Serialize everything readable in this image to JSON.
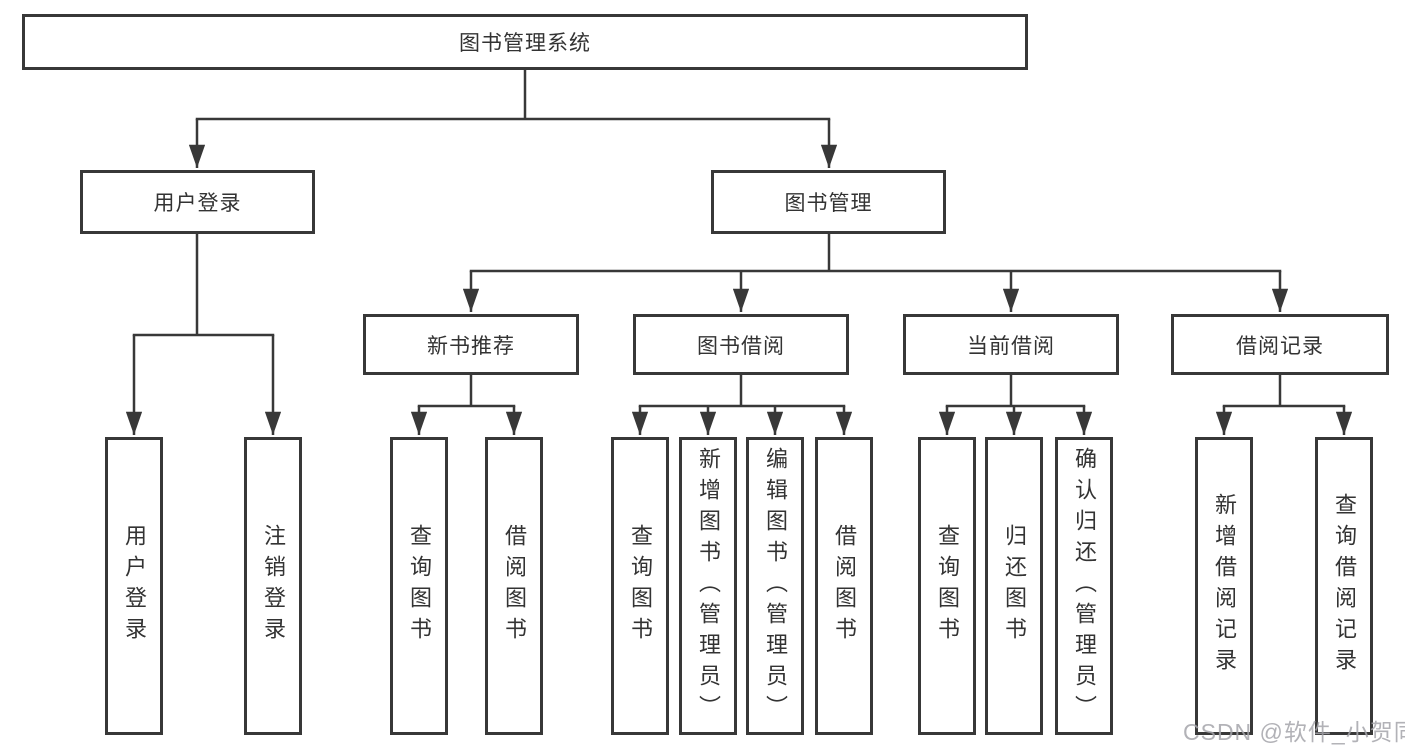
{
  "diagram": {
    "root": {
      "label": "图书管理系统"
    },
    "level2": [
      {
        "label": "用户登录"
      },
      {
        "label": "图书管理"
      }
    ],
    "level3": [
      {
        "label": "新书推荐"
      },
      {
        "label": "图书借阅"
      },
      {
        "label": "当前借阅"
      },
      {
        "label": "借阅记录"
      }
    ],
    "leaves": [
      {
        "label": "用户登录"
      },
      {
        "label": "注销登录"
      },
      {
        "label": "查询图书"
      },
      {
        "label": "借阅图书"
      },
      {
        "label": "查询图书"
      },
      {
        "label": "新增图书（管理员）"
      },
      {
        "label": "编辑图书（管理员）"
      },
      {
        "label": "借阅图书"
      },
      {
        "label": "查询图书"
      },
      {
        "label": "归还图书"
      },
      {
        "label": "确认归还（管理员）"
      },
      {
        "label": "新增借阅记录"
      },
      {
        "label": "查询借阅记录"
      }
    ]
  },
  "watermark": {
    "text": "CSDN @软件_小贺同学"
  },
  "colors": {
    "line": "#383838",
    "text": "#333333",
    "background": "#ffffff",
    "watermark": "#a4a4aa"
  }
}
